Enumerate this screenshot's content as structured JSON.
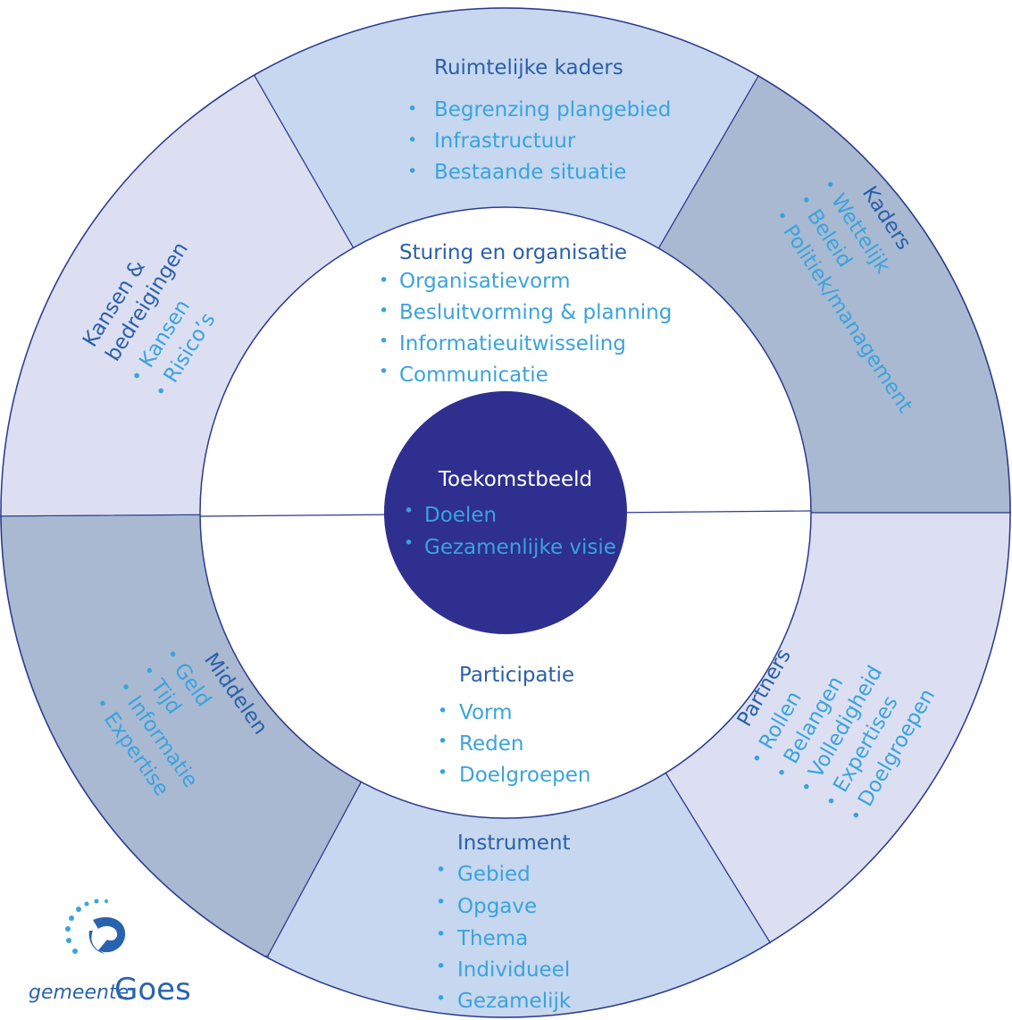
{
  "diagram": {
    "colors": {
      "outline": "#2c3a8c",
      "center_fill": "#2e2f8f",
      "segment_light": "#c6d7ef",
      "segment_lavender": "#dcdff2",
      "segment_dark": "#a9b9d2",
      "title": "#2a5fa8",
      "item": "#3aa3dd",
      "center_title": "#ffffff"
    },
    "bullet_symbol": "•",
    "center": {
      "title": "Toekomstbeeld",
      "items": [
        "Doelen",
        "Gezamenlijke visie"
      ]
    },
    "inner": [
      {
        "title": "Sturing en organisatie",
        "items": [
          "Organisatievorm",
          "Besluitvorming & planning",
          "Informatieuitwisseling",
          "Communicatie"
        ]
      },
      {
        "title": "Participatie",
        "items": [
          "Vorm",
          "Reden",
          "Doelgroepen"
        ]
      }
    ],
    "segments": [
      {
        "title": [
          "Ruimtelijke kaders"
        ],
        "items": [
          "Begrenzing plangebied",
          "Infrastructuur",
          "Bestaande situatie"
        ]
      },
      {
        "title": [
          "Kaders"
        ],
        "items": [
          "Wettelijk",
          "Beleid",
          "Politiek/management"
        ]
      },
      {
        "title": [
          "Partners"
        ],
        "items": [
          "Rollen",
          "Belangen",
          "Volledigheid",
          "Expertises",
          "Doelgroepen"
        ]
      },
      {
        "title": [
          "Instrument"
        ],
        "items": [
          "Gebied",
          "Opgave",
          "Thema",
          "Individueel",
          "Gezamelijk"
        ]
      },
      {
        "title": [
          "Middelen"
        ],
        "items": [
          "Geld",
          "Tijd",
          "Informatie",
          "Expertise"
        ]
      },
      {
        "title": [
          "Kansen &",
          "bedreigingen"
        ],
        "items": [
          "Kansen",
          "Risico’s"
        ]
      }
    ]
  },
  "logo": {
    "prefix": "gemeente",
    "name": "Goes",
    "icon": "goes-swirl-logo"
  }
}
